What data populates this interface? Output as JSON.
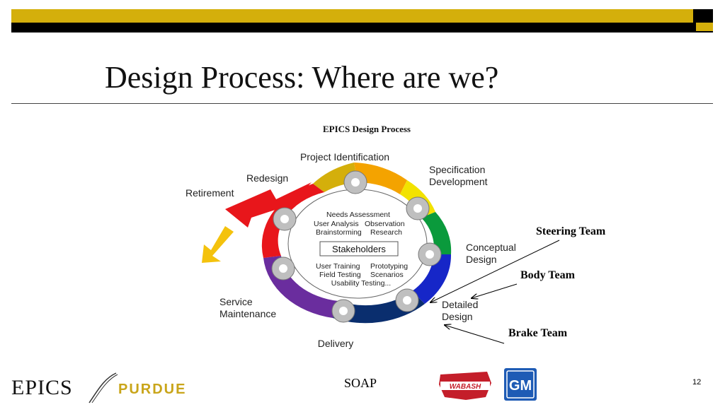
{
  "slide": {
    "title": "Design Process: Where are we?",
    "footer_center": "SOAP",
    "page_number": "12"
  },
  "diagram": {
    "heading": "EPICS Design Process",
    "stages": {
      "project_identification": "Project Identification",
      "specification_line1": "Specification",
      "specification_line2": "Development",
      "conceptual_line1": "Conceptual",
      "conceptual_line2": "Design",
      "detailed_line1": "Detailed",
      "detailed_line2": "Design",
      "delivery": "Delivery",
      "service_line1": "Service",
      "service_line2": "Maintenance",
      "redesign": "Redesign",
      "retirement": "Retirement"
    },
    "inner": {
      "line1": "Needs Assessment",
      "line2a": "User Analysis",
      "line2b": "Observation",
      "line3a": "Brainstorming",
      "line3b": "Research",
      "stakeholders": "Stakeholders",
      "line4a": "User Training",
      "line4b": "Prototyping",
      "line5a": "Field Testing",
      "line5b": "Scenarios",
      "line6": "Usability Testing..."
    },
    "teams": {
      "steering": "Steering Team",
      "body": "Body Team",
      "brake": "Brake Team"
    },
    "colors": {
      "gold": "#D4AF0B",
      "orange": "#F4A300",
      "yellow": "#F2E200",
      "green": "#0A9A3C",
      "blue": "#1626C8",
      "navy": "#0A2E6E",
      "purple": "#6A2D9E",
      "red": "#E8161B"
    }
  },
  "logos": {
    "epics": "EPICS",
    "purdue": "PURDUE",
    "wabash": "WABASH",
    "gm": "GM"
  }
}
